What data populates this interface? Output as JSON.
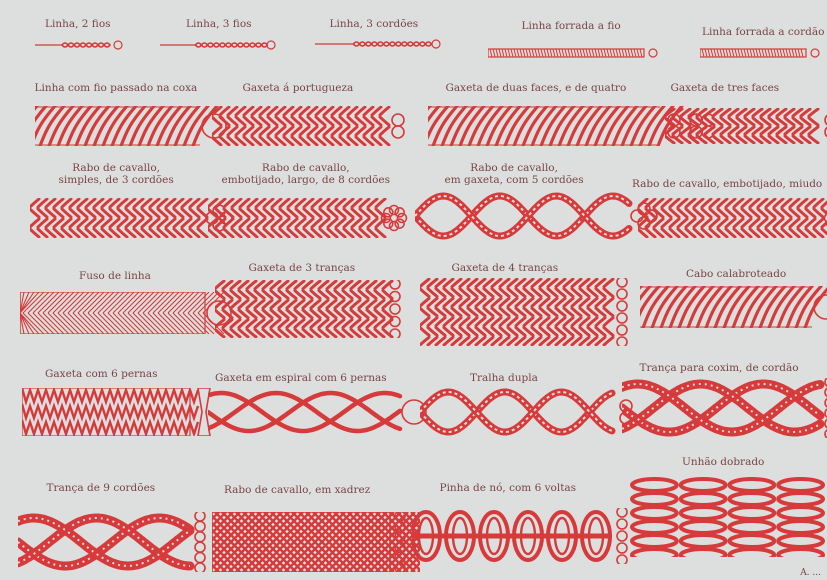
{
  "plate": {
    "ink_color": "#d63a3a",
    "paper_color": "#dcdfdd",
    "label_color": "#7a4448",
    "corner_mark": "A. ...",
    "rows": [
      [
        {
          "label": "Linha, 2 fios",
          "kind": "thin",
          "icon": "twisted-line"
        },
        {
          "label": "Linha, 3 fios",
          "kind": "thin",
          "icon": "twisted-line"
        },
        {
          "label": "Linha, 3 cordões",
          "kind": "thin",
          "icon": "twisted-line"
        },
        {
          "label": "Linha forrada a fio",
          "kind": "thin",
          "icon": "wrapped-line"
        },
        {
          "label": "Linha forrada a cordão",
          "kind": "thin",
          "icon": "wrapped-line"
        }
      ],
      [
        {
          "label": "Linha com fio passado na coxa",
          "kind": "rope",
          "icon": "laid-rope",
          "section": "circle"
        },
        {
          "label": "Gaxeta á portugueza",
          "kind": "braid",
          "icon": "flat-braid",
          "section": "figure-eight"
        },
        {
          "label": "Gaxeta de duas faces, e de quatro",
          "kind": "rope",
          "icon": "laid-rope",
          "section": "double-eight-clover"
        },
        {
          "label": "Gaxeta de tres faces",
          "kind": "braid",
          "icon": "flat-braid",
          "section": "figure-eight"
        }
      ],
      [
        {
          "label": "Rabo de cavallo,\nsimples, de 3 cordões",
          "kind": "braid",
          "icon": "round-sennit",
          "section": "clover"
        },
        {
          "label": "Rabo de cavallo,\nembotijado, largo, de 8 cordões",
          "kind": "braid",
          "icon": "round-sennit",
          "section": "flower"
        },
        {
          "label": "Rabo de cavallo,\nem gaxeta, com 5 cordões",
          "kind": "plait",
          "icon": "chain-plait",
          "section": "clover"
        },
        {
          "label": "Rabo de cavallo, embotijado, miudo",
          "kind": "braid",
          "icon": "round-sennit",
          "section": "flower"
        }
      ],
      [
        {
          "label": "Fuso de linha",
          "kind": "fuso",
          "icon": "herringbone-seizing",
          "section": "circle"
        },
        {
          "label": "Gaxeta de 3 tranças",
          "kind": "braid",
          "icon": "flat-braid",
          "section": "chain"
        },
        {
          "label": "Gaxeta de 4 tranças",
          "kind": "braid",
          "icon": "flat-braid",
          "section": "chain"
        },
        {
          "label": "Cabo calabroteado",
          "kind": "rope",
          "icon": "laid-rope",
          "section": "circle"
        }
      ],
      [
        {
          "label": "Gaxeta com 6 pernas",
          "kind": "zigzag",
          "icon": "zigzag-sennit",
          "section": "hourglass"
        },
        {
          "label": "Gaxeta em espiral com 6 pernas",
          "kind": "spiral",
          "icon": "spiral-sennit",
          "section": "circle"
        },
        {
          "label": "Tralha dupla",
          "kind": "plait",
          "icon": "double-plait",
          "section": "figure-eight"
        },
        {
          "label": "Trança para coxim, de cordão",
          "kind": "mat",
          "icon": "mat-plait",
          "section": "chain"
        }
      ],
      [
        {
          "label": "Trança de 9 cordões",
          "kind": "mat",
          "icon": "mat-plait",
          "section": "chain"
        },
        {
          "label": "Rabo de cavallo, em xadrez",
          "kind": "xadrez",
          "icon": "checkered-sennit",
          "section": "chain"
        },
        {
          "label": "Pinha de nó, com 6 voltas",
          "kind": "knots",
          "icon": "knot-row",
          "section": "chain"
        },
        {
          "label": "Unhão dobrado",
          "kind": "splice",
          "icon": "doubled-splice",
          "section": "bracket"
        }
      ]
    ]
  }
}
